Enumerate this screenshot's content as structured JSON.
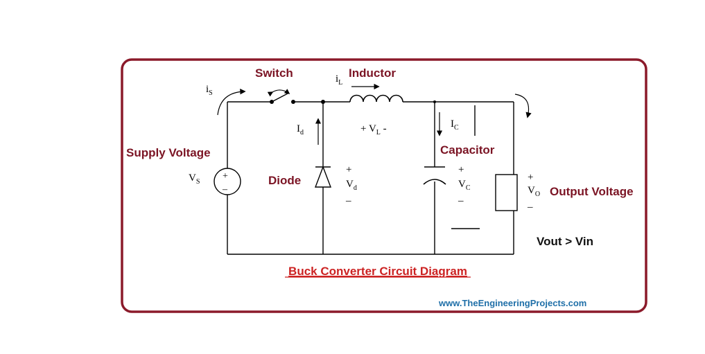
{
  "colors": {
    "frame": "#8b1a2a",
    "label": "#7b1424",
    "title": "#cc2222",
    "watermark": "#1f6fa8",
    "wire": "#000000"
  },
  "labels": {
    "switch": "Switch",
    "inductor": "Inductor",
    "supply_voltage": "Supply Voltage",
    "diode": "Diode",
    "capacitor": "Capacitor",
    "output_voltage": "Output Voltage",
    "relation": "Vout > Vin"
  },
  "symbols": {
    "is_main": "i",
    "is_sub": "S",
    "il_main": "i",
    "il_sub": "L",
    "id_main": "I",
    "id_sub": "d",
    "ic_main": "I",
    "ic_sub": "C",
    "vl_left": "+ V",
    "vl_sub": "L",
    "vl_right": " -",
    "vs_main": "V",
    "vs_sub": "S",
    "vd_main": "V",
    "vd_sub": "d",
    "vc_main": "V",
    "vc_sub": "C",
    "vo_main": "V",
    "vo_sub": "O",
    "plus": "+",
    "minus": "–",
    "minus_small": "−"
  },
  "title": "Buck Converter Circuit Diagram",
  "watermark": "www.TheEngineeringProjects.com"
}
